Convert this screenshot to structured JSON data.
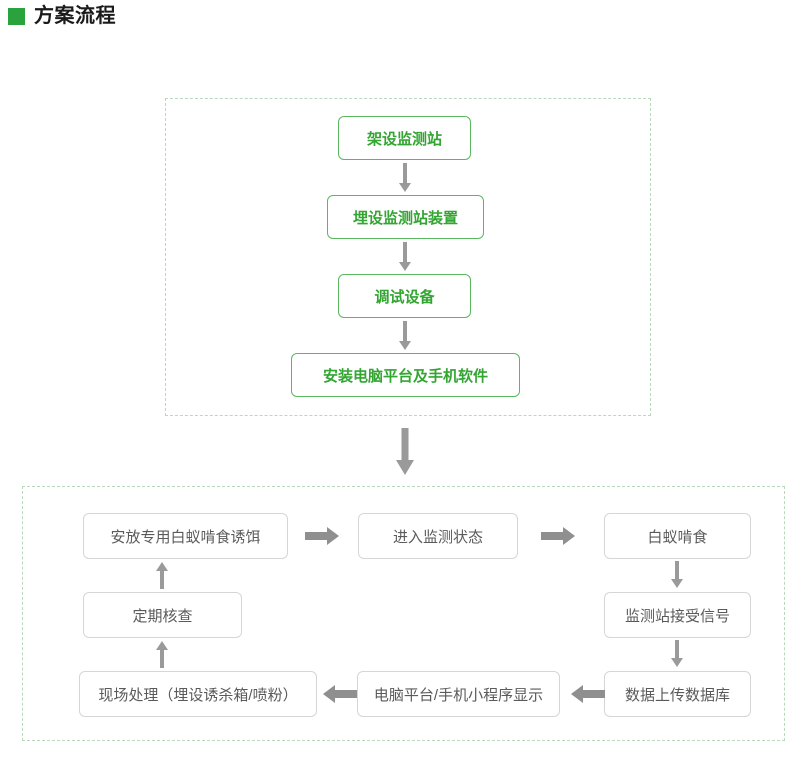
{
  "header": {
    "title": "方案流程",
    "bullet_color": "#2aa33f",
    "title_color": "#1b1b1b"
  },
  "theme": {
    "green_border": "#5cb860",
    "green_text": "#33a532",
    "gray_border": "#d6d6d6",
    "gray_text": "#5a5a5a",
    "arrow_color": "#9a9a9a",
    "dotted_border": "#b9d9bc",
    "background": "#ffffff"
  },
  "upper_section": {
    "name": "installation-phase",
    "nodes": [
      {
        "id": "setup-station",
        "label": "架设监测站"
      },
      {
        "id": "bury-device",
        "label": "埋设监测站装置"
      },
      {
        "id": "debug-equipment",
        "label": "调试设备"
      },
      {
        "id": "install-software",
        "label": "安装电脑平台及手机软件"
      }
    ],
    "arrows": [
      {
        "id": "u1",
        "direction": "down"
      },
      {
        "id": "u2",
        "direction": "down"
      },
      {
        "id": "u3",
        "direction": "down"
      }
    ]
  },
  "connector": {
    "id": "section-connector",
    "direction": "down"
  },
  "lower_section": {
    "name": "monitoring-cycle",
    "nodes": [
      {
        "id": "place-bait",
        "label": "安放专用白蚁啃食诱饵"
      },
      {
        "id": "monitor-state",
        "label": "进入监测状态"
      },
      {
        "id": "termite-feed",
        "label": "白蚁啃食"
      },
      {
        "id": "station-signal",
        "label": "监测站接受信号"
      },
      {
        "id": "upload-database",
        "label": "数据上传数据库"
      },
      {
        "id": "platform-display",
        "label": "电脑平台/手机小程序显示"
      },
      {
        "id": "onsite-handling",
        "label": "现场处理（埋设诱杀箱/喷粉）"
      },
      {
        "id": "regular-check",
        "label": "定期核查"
      }
    ],
    "arrows": [
      {
        "id": "l-right-1",
        "direction": "right"
      },
      {
        "id": "l-right-2",
        "direction": "right"
      },
      {
        "id": "l-down-1",
        "direction": "down"
      },
      {
        "id": "l-down-2",
        "direction": "down"
      },
      {
        "id": "l-left-1",
        "direction": "left"
      },
      {
        "id": "l-left-2",
        "direction": "left"
      },
      {
        "id": "l-up-1",
        "direction": "up"
      },
      {
        "id": "l-up-2",
        "direction": "up"
      }
    ]
  }
}
